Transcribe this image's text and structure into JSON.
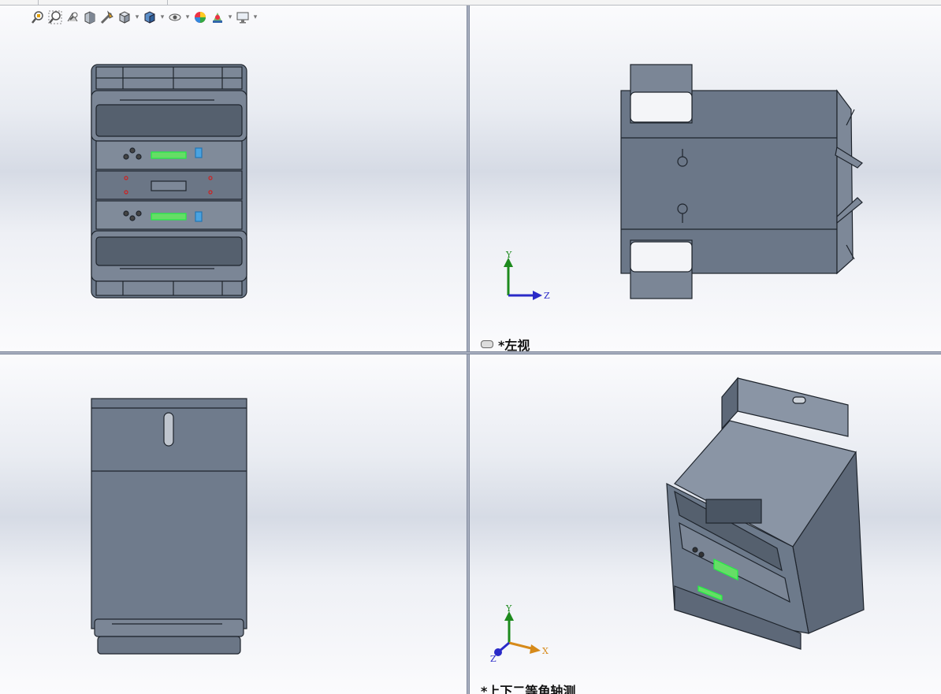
{
  "toolbar": {
    "items": [
      {
        "icon": "zoom-to-fit-icon"
      },
      {
        "icon": "zoom-to-area-icon"
      },
      {
        "icon": "previous-view-icon"
      },
      {
        "icon": "section-view-icon"
      },
      {
        "icon": "dynamic-annotation-icon"
      },
      {
        "icon": "view-orientation-icon",
        "dropdown": true
      },
      {
        "icon": "display-style-icon",
        "dropdown": true
      },
      {
        "icon": "hide-show-items-icon",
        "dropdown": true
      },
      {
        "icon": "edit-appearance-icon"
      },
      {
        "icon": "apply-scene-icon",
        "dropdown": true
      },
      {
        "icon": "view-settings-icon",
        "dropdown": true
      }
    ]
  },
  "viewports": {
    "top_left": {
      "label": ""
    },
    "top_right": {
      "label": "*左视",
      "triad": {
        "up": "Y",
        "right": "Z"
      }
    },
    "bottom_left": {
      "label": ""
    },
    "bottom_right": {
      "label": "*上下二等角轴测",
      "triad": {
        "up": "Y",
        "right": "X",
        "left": "Z"
      }
    }
  },
  "colors": {
    "model_body": "#6d7a8b",
    "model_edge": "#1e242c",
    "lcd_green": "#66dd66",
    "triad_y": "#1d8a1d",
    "triad_z": "#2a2ac8",
    "triad_x": "#d68a1a"
  }
}
